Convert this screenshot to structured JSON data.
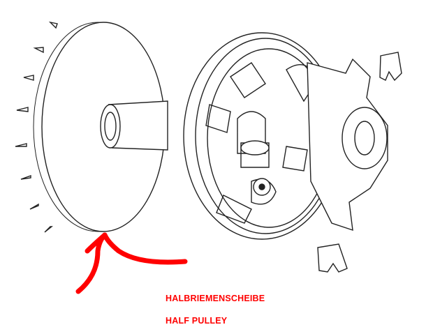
{
  "annotation": {
    "label_de": "HALBRIEMENSCHEIBE",
    "label_en": "HALF PULLEY",
    "color": "#ff0000"
  },
  "drawing": {
    "line_color": "#222222",
    "parts": [
      "half-pulley",
      "variator-pulley",
      "variator-hub",
      "slider-piece",
      "slider-piece"
    ]
  }
}
